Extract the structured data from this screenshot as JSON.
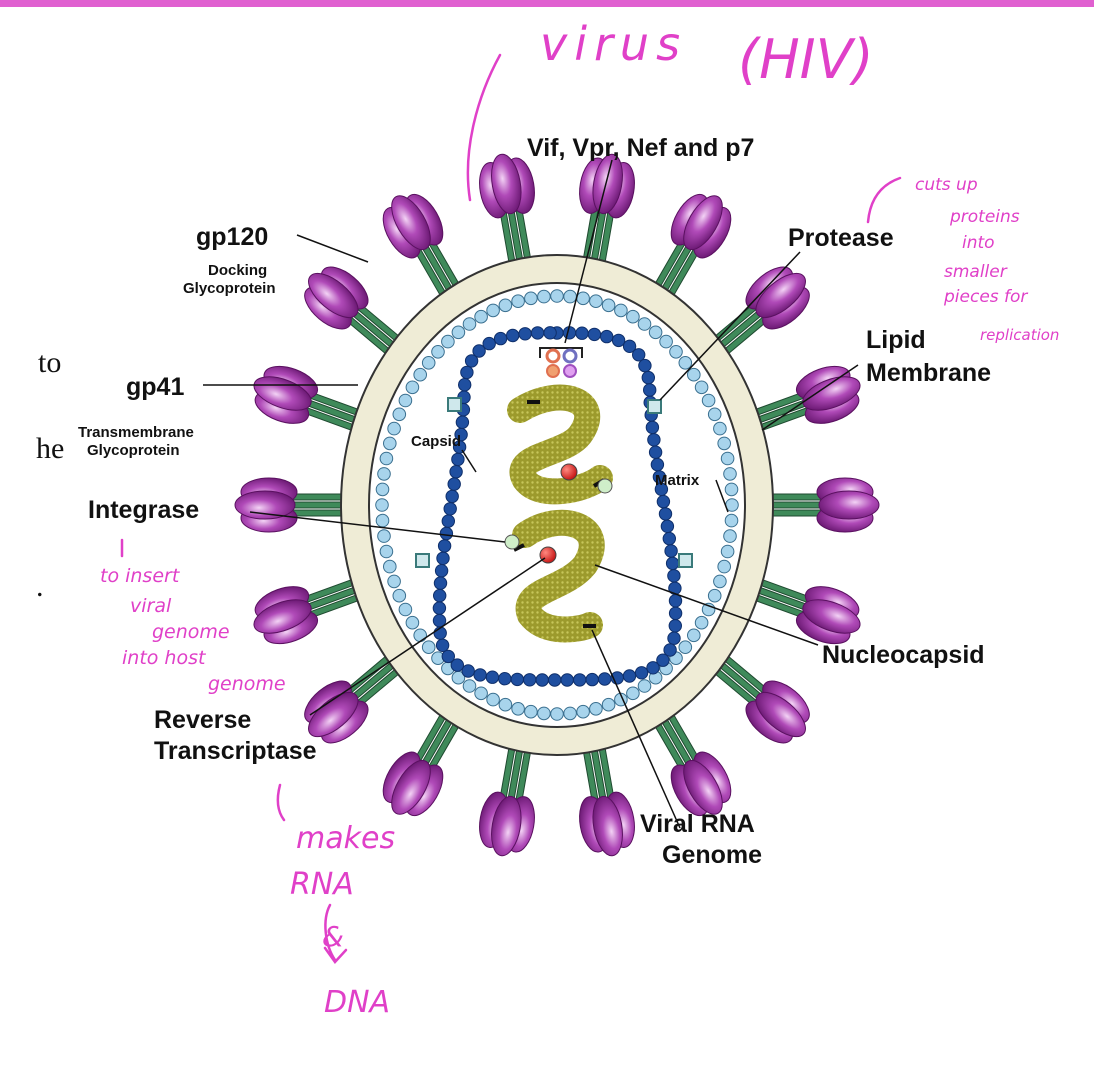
{
  "top_rule_color": "#e060d0",
  "annotation_color": "#e040c8",
  "colors": {
    "spike_purple": "#8a2a92",
    "spike_highlight": "#e7b8ec",
    "stalk_green": "#3f8a5a",
    "membrane_fill": "#efecd6",
    "matrix_bead": "#a8d4ec",
    "capsid_bead": "#1f4fa0",
    "rna_olive": "#9a9a2a",
    "enzyme_red": "#e02020",
    "integrase_green": "#cfeec9"
  },
  "handwriting": {
    "virus_title": "virus",
    "hiv": "(HIV)",
    "protease_note": [
      "cuts up",
      "proteins",
      "into",
      "smaller",
      "pieces for",
      "replication"
    ],
    "integrase_note": [
      "to insert",
      "viral",
      "genome",
      "into host",
      "genome"
    ],
    "rt_note": [
      "makes",
      "RNA",
      "&",
      "DNA"
    ]
  },
  "side_text_fragments": [
    "to",
    "he",
    "."
  ],
  "labels": {
    "vif": "Vif, Vpr, Nef and p7",
    "gp120": "gp120",
    "docking_1": "Docking",
    "docking_2": "Glycoprotein",
    "protease": "Protease",
    "lipid_1": "Lipid",
    "lipid_2": "Membrane",
    "gp41": "gp41",
    "trans_1": "Transmembrane",
    "trans_2": "Glycoprotein",
    "capsid": "Capsid",
    "matrix": "Matrix",
    "integrase": "Integrase",
    "nucleocapsid": "Nucleocapsid",
    "rt_1": "Reverse",
    "rt_2": "Transcriptase",
    "rna_1": "Viral RNA",
    "rna_2": "Genome"
  }
}
